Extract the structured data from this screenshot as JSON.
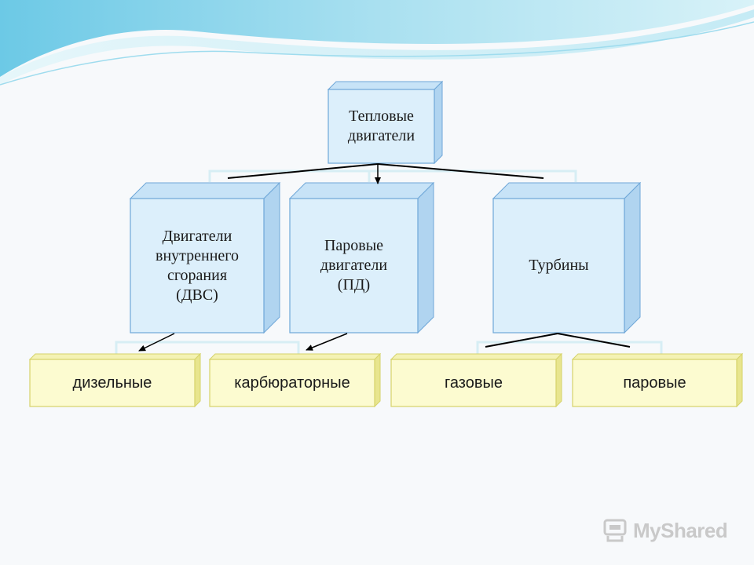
{
  "diagram": {
    "root": {
      "label": "Тепловые\nдвигатели"
    },
    "middle": [
      {
        "label": "Двигатели\nвнутреннего\nсгорания\n(ДВС)"
      },
      {
        "label": "Паровые\nдвигатели\n(ПД)"
      },
      {
        "label": "Турбины"
      }
    ],
    "bottom": [
      {
        "label": "дизельные"
      },
      {
        "label": "карбюраторные"
      },
      {
        "label": "газовые"
      },
      {
        "label": "паровые"
      }
    ]
  },
  "watermark": {
    "text": "MyShared"
  },
  "colors": {
    "box_blue_front": "#dceffb",
    "box_blue_side": "#bcdcf4",
    "box_blue_border": "#6fa7d8",
    "box_yellow_front": "#fcfbd0",
    "box_yellow_side": "#eeec9a",
    "box_yellow_border": "#d6d36a",
    "wave_light": "#cfeef6",
    "wave_dark": "#7fd0e8",
    "connector": "#000000"
  }
}
